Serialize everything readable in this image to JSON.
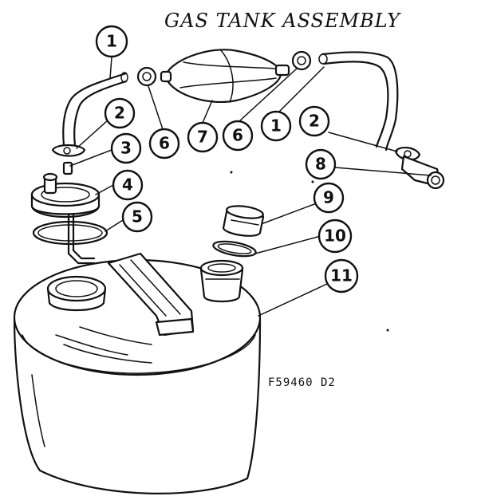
{
  "title": "GAS TANK ASSEMBLY",
  "part_code": "F59460 D2",
  "callouts": {
    "c1a": "1",
    "c2a": "2",
    "c3": "3",
    "c4": "4",
    "c5": "5",
    "c6a": "6",
    "c7": "7",
    "c6b": "6",
    "c1b": "1",
    "c2b": "2",
    "c8": "8",
    "c9": "9",
    "c10": "10",
    "c11": "11"
  }
}
